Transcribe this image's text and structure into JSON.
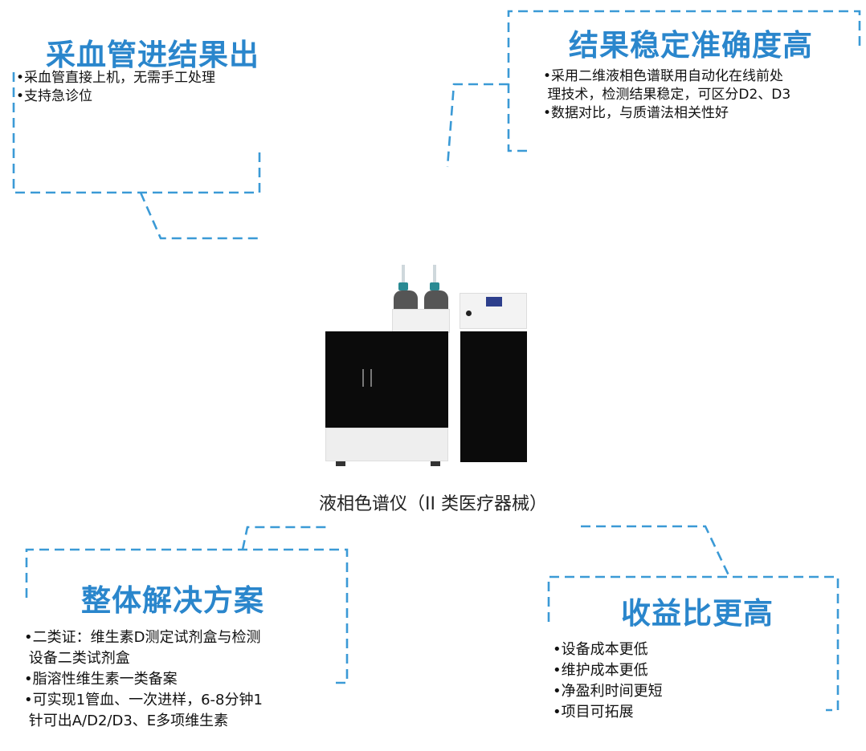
{
  "panels": [
    {
      "title": "采血管进结果出",
      "bullets": [
        "•采血管直接上机，无需手工处理",
        "•支持急诊位"
      ]
    },
    {
      "title": "结果稳定准确度高",
      "bullets": [
        "•采用二维液相色谱联用自动化在线前处",
        " 理技术，检测结果稳定，可区分D2、D3",
        "•数据对比，与质谱法相关性好"
      ]
    },
    {
      "title": "整体解决方案",
      "bullets": [
        "•二类证：维生素D测定试剂盒与检测",
        " 设备二类试剂盒",
        "•脂溶性维生素一类备案",
        "•可实现1管血、一次进样，6-8分钟1",
        " 针可出A/D2/D3、E多项维生素"
      ]
    },
    {
      "title": "收益比更高",
      "bullets": [
        "•设备成本更低",
        "•维护成本更低",
        "•净盈利时间更短",
        "•项目可拓展"
      ]
    }
  ],
  "device": {
    "caption": "液相色谱仪（II 类医疗器械）"
  },
  "colors": {
    "accent": "#2a86cc",
    "dash": "#3b9ad6"
  }
}
